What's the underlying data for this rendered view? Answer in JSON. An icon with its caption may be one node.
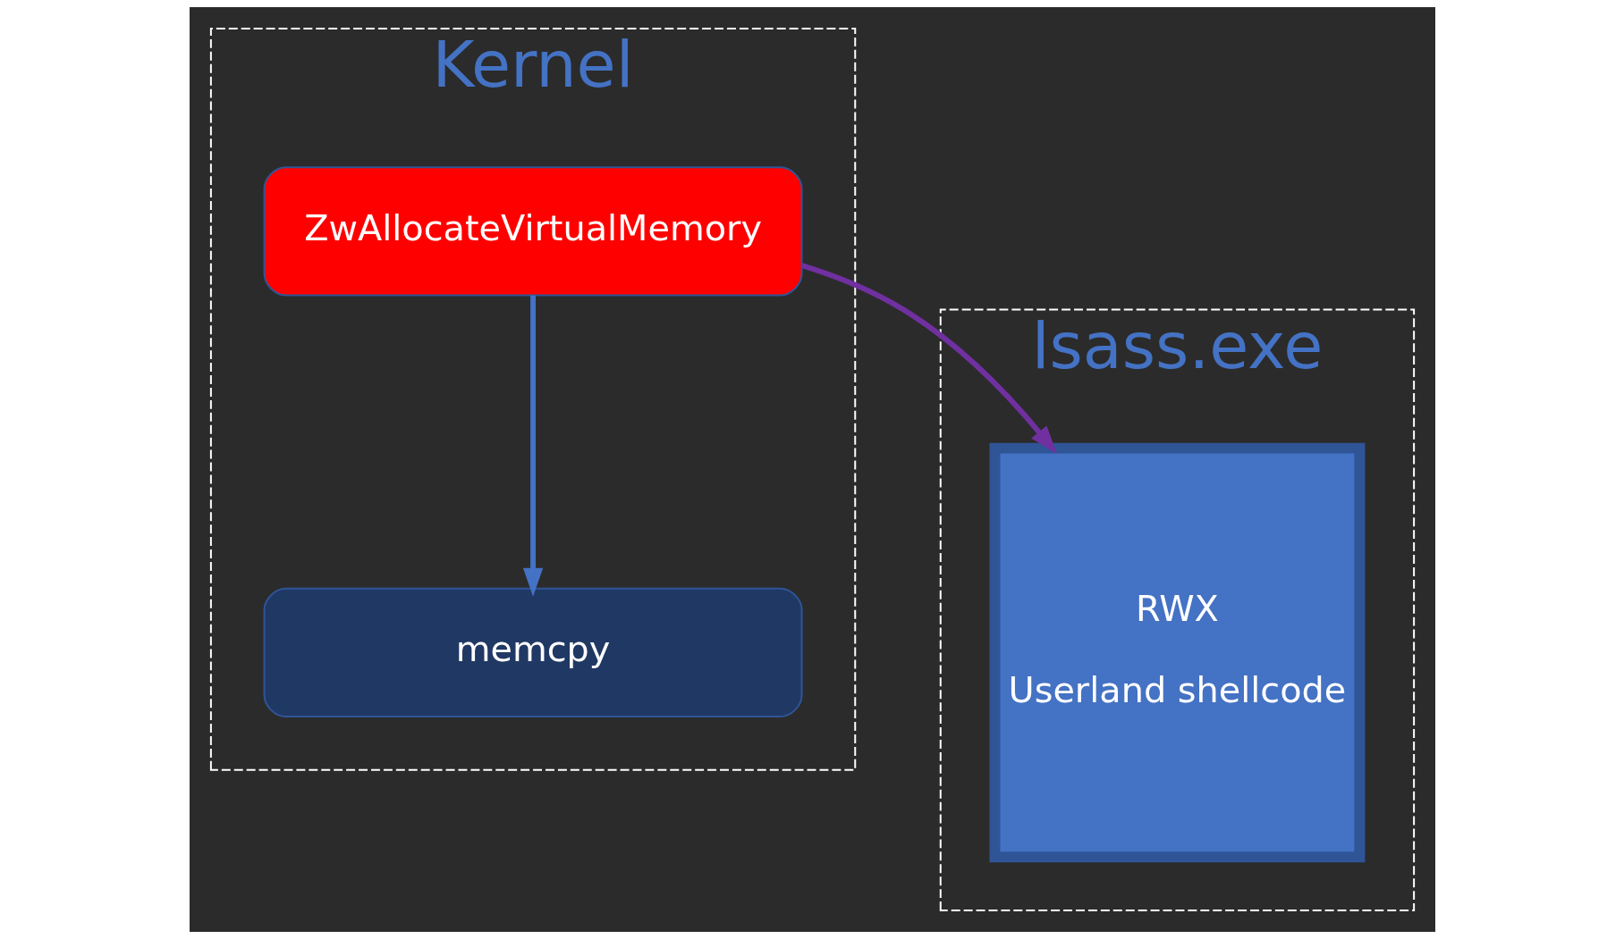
{
  "diagram": {
    "nodes": [
      {
        "text": [
          "Kernel"
        ]
      },
      {
        "text": [
          "ZwAllocateVirtualMemory"
        ],
        "in": 0
      },
      {
        "text": [
          "memcpy"
        ],
        "in": 0
      },
      {
        "text": [
          "lsass.exe"
        ]
      },
      {
        "text": [
          "RWX",
          "Userland shellcode"
        ],
        "in": 3
      }
    ],
    "edges": [
      {
        "from": 1,
        "to": 4,
        "arrow": "to",
        "color": "#7030a0"
      },
      {
        "from": 1,
        "to": 2,
        "arrow": "to",
        "color": "#4472c4"
      }
    ]
  }
}
